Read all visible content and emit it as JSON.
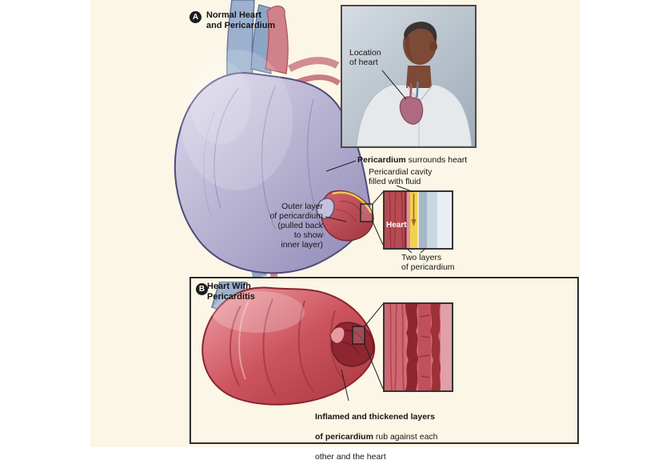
{
  "figure": {
    "kind": "medical illustration — pericardium / pericarditis",
    "colors": {
      "canvas_bg": "#fbf6e6",
      "pericardium_purple": "#b3adce",
      "heart_muscle_red": "#c44e58",
      "pericardial_fluid_yellow": "#f1d24f",
      "pericardium_layer_blue": "#a9bccb",
      "inflamed_red": "#a83640",
      "outline_dark": "#333333",
      "text": "#161616"
    }
  },
  "panel_a": {
    "badge": "A",
    "title": "Normal Heart\nand Pericardium",
    "inset_person": {
      "label": "Location\nof heart"
    },
    "labels": {
      "pericardium_bold": "Pericardium",
      "pericardium_rest": " surrounds heart",
      "cavity": "Pericardial cavity\nfilled with fluid",
      "outer_layer": "Outer layer\nof pericardium\n(pulled back\nto show\ninner layer)",
      "heart": "Heart",
      "two_layers": "Two layers\nof pericardium"
    }
  },
  "panel_b": {
    "badge": "B",
    "title": "Heart With\nPericarditis",
    "caption": {
      "bold_line1": "Inflamed and thickened layers",
      "bold_line2": "of pericardium",
      "rest_line2": " rub against each",
      "line3": "other and the heart"
    }
  }
}
